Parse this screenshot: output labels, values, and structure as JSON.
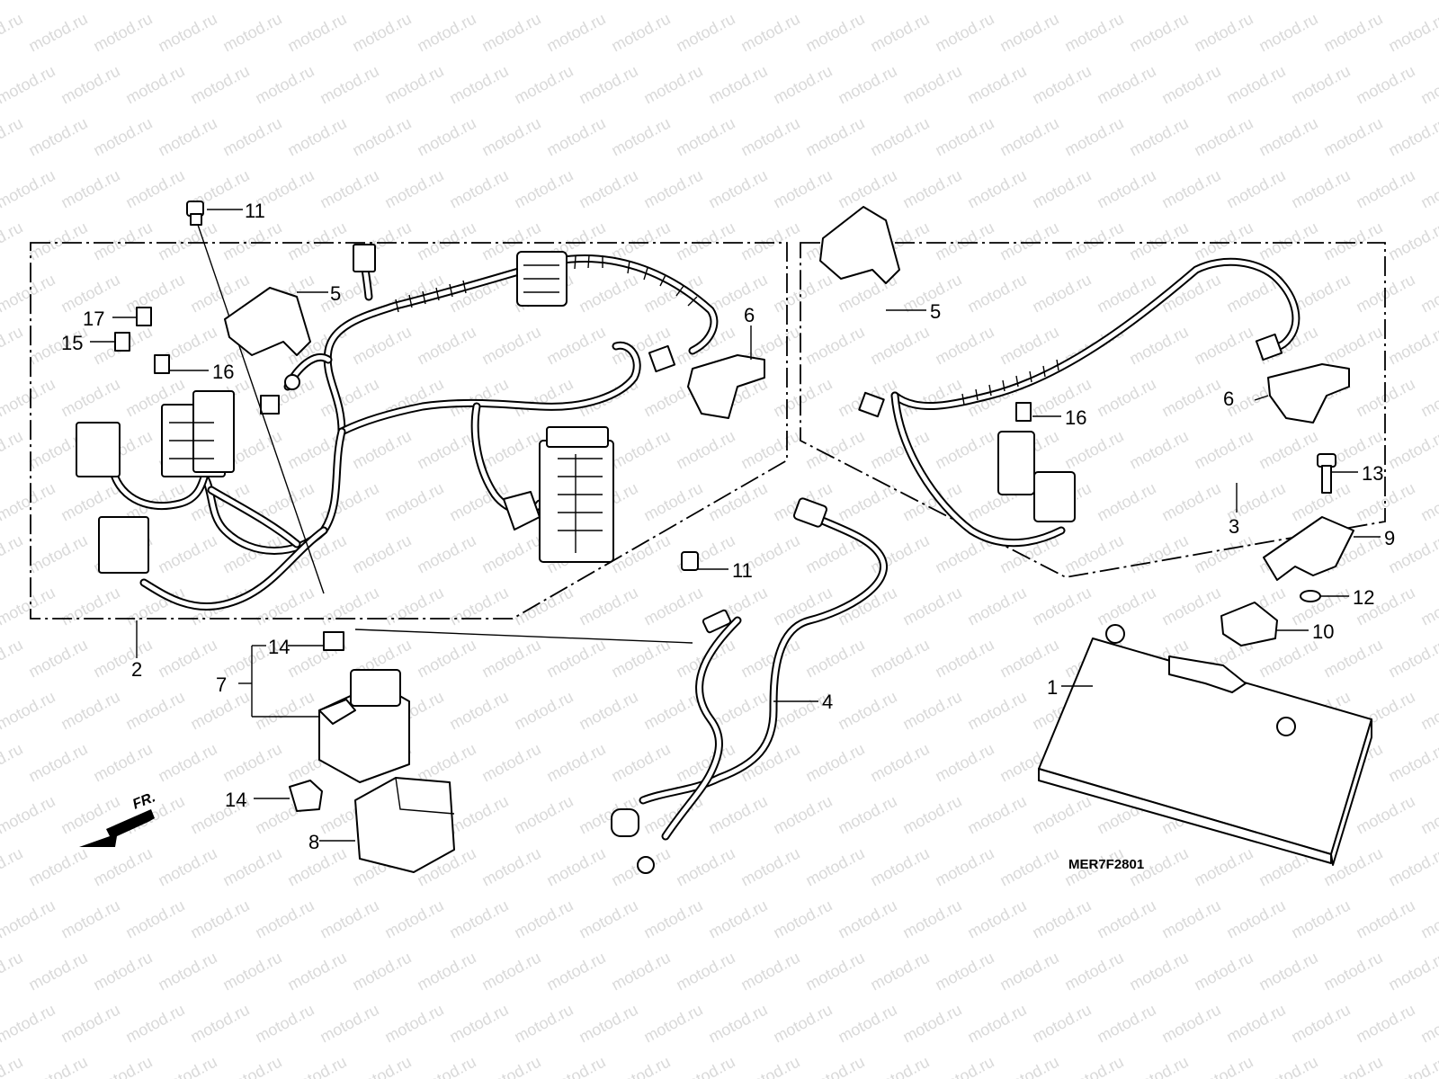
{
  "diagram": {
    "watermark_text": "motod.ru",
    "drawing_code": "MER7F2801",
    "front_indicator": "FR.",
    "callouts": [
      {
        "id": "c11a",
        "text": "11"
      },
      {
        "id": "c5a",
        "text": "5"
      },
      {
        "id": "c17",
        "text": "17"
      },
      {
        "id": "c15",
        "text": "15"
      },
      {
        "id": "c16a",
        "text": "16"
      },
      {
        "id": "c6a",
        "text": "6"
      },
      {
        "id": "c2",
        "text": "2"
      },
      {
        "id": "c14a",
        "text": "14"
      },
      {
        "id": "c7",
        "text": "7"
      },
      {
        "id": "c14b",
        "text": "14"
      },
      {
        "id": "c8",
        "text": "8"
      },
      {
        "id": "c11b",
        "text": "11"
      },
      {
        "id": "c4",
        "text": "4"
      },
      {
        "id": "c5b",
        "text": "5"
      },
      {
        "id": "c6b",
        "text": "6"
      },
      {
        "id": "c16b",
        "text": "16"
      },
      {
        "id": "c3",
        "text": "3"
      },
      {
        "id": "c13",
        "text": "13"
      },
      {
        "id": "c9",
        "text": "9"
      },
      {
        "id": "c12",
        "text": "12"
      },
      {
        "id": "c10",
        "text": "10"
      },
      {
        "id": "c1",
        "text": "1"
      }
    ]
  }
}
